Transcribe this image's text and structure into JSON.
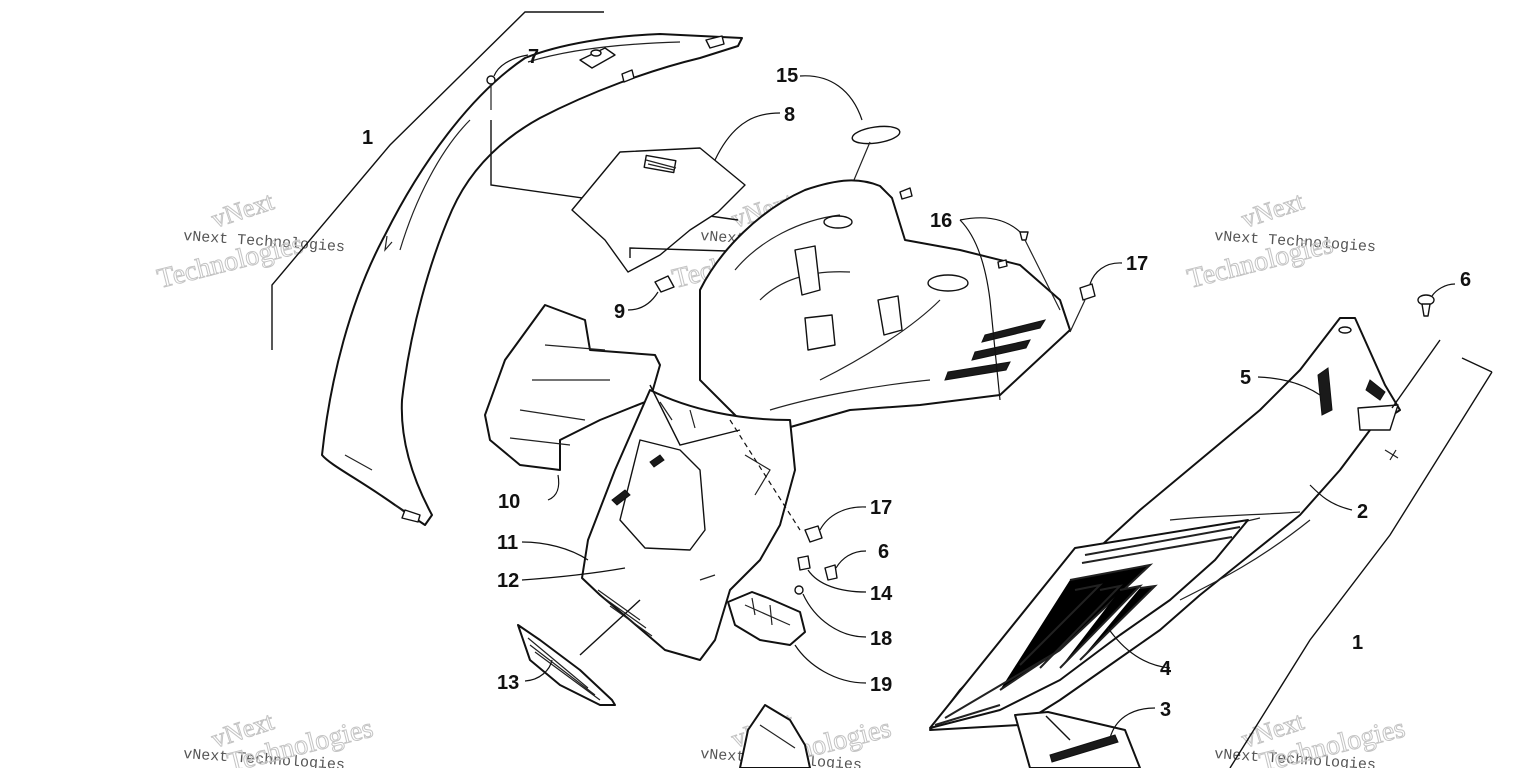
{
  "watermark": {
    "brand_top": "vNext",
    "brand_line": "vNext Technologies",
    "brand_word": "Technologies"
  },
  "callouts": [
    "1",
    "7",
    "15",
    "8",
    "16",
    "17",
    "9",
    "6",
    "5",
    "10",
    "2",
    "11",
    "17",
    "6",
    "12",
    "14",
    "18",
    "1",
    "4",
    "13",
    "19",
    "3"
  ],
  "colors": {
    "line": "#111111",
    "watermark": "#c4c4c4",
    "background": "#ffffff"
  },
  "icon_names": [
    "hood-panel",
    "side-panel",
    "windshield",
    "headlight-lens",
    "fastener-clip",
    "rivet",
    "bracket"
  ]
}
